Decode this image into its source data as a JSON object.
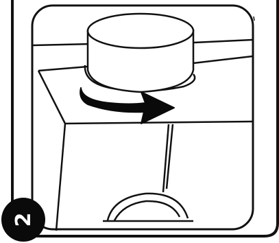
{
  "illustration": {
    "subject": "rotate-cap-clockwise",
    "arrow_direction": "right",
    "colors": {
      "line": "#111111",
      "background": "#ffffff",
      "badge_fill": "#0a0a0a",
      "badge_text": "#ffffff"
    }
  },
  "step": {
    "number": "2"
  }
}
